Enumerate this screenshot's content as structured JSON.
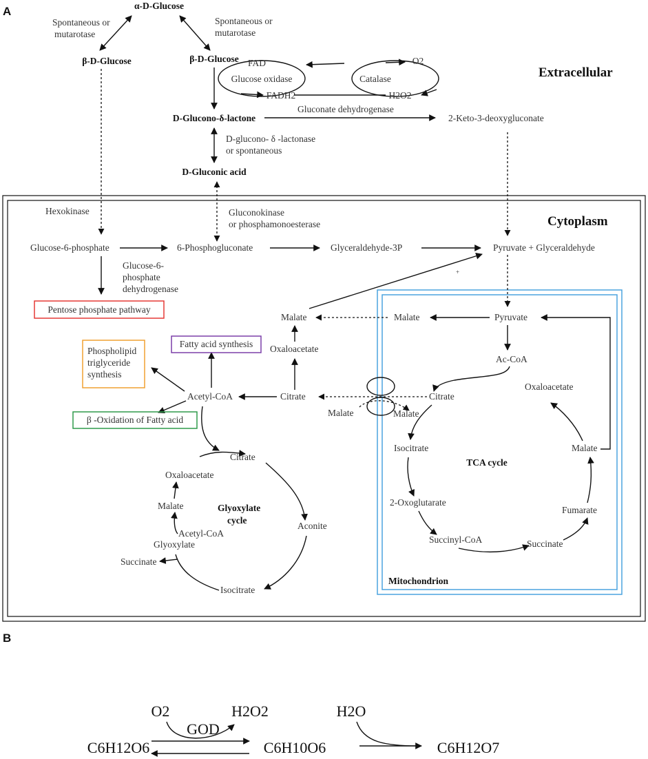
{
  "panel_labels": {
    "a": "A",
    "b": "B"
  },
  "compartments": {
    "extracellular": "Extracellular",
    "cytoplasm": "Cytoplasm",
    "mitochondrion": "Mitochondrion"
  },
  "colors": {
    "pentose_box": "#e53935",
    "fatty_acid_box": "#7b3fa8",
    "phospholipid_box": "#f0a030",
    "beta_oxidation_box": "#2e9a4a",
    "mitochondrion_border": "#4aa3df"
  },
  "extracellular": {
    "alpha_glucose": "α-D-Glucose",
    "beta_glucose_left": "β-D-Glucose",
    "beta_glucose": "β-D-Glucose",
    "spont_left_1": "Spontaneous  or",
    "spont_left_2": "mutarotase",
    "spont_right_1": "Spontaneous  or",
    "spont_right_2": "mutarotase",
    "fad": "FAD",
    "fadh2": "FADH2",
    "glucose_oxidase": "Glucose oxidase",
    "o2": "O2",
    "h2o2": "H2O2",
    "catalase": "Catalase",
    "glucono_lactone": "D-Glucono-δ-lactone",
    "gluconate_dehydrogenase": "Gluconate  dehydrogenase",
    "keto_deoxygluconate": "2-Keto-3-deoxygluconate",
    "lactonase_1": "D-glucono- δ -lactonase",
    "lactonase_2": "or  spontaneous",
    "gluconic_acid": "D-Gluconic acid"
  },
  "cytoplasm": {
    "hexokinase": "Hexokinase",
    "gluconokinase_1": "Gluconokinase",
    "gluconokinase_2": "or phosphamonoesterase",
    "g6p": "Glucose-6-phosphate",
    "phosphogluconate": "6-Phosphogluconate",
    "glyceraldehyde_3p": "Glyceraldehyde-3P",
    "pyruvate_glyceraldehyde": "Pyruvate  +  Glyceraldehyde",
    "g6pdh_1": "Glucose-6-",
    "g6pdh_2": "phosphate",
    "g6pdh_3": "dehydrogenase",
    "pentose_pathway": "Pentose phosphate pathway",
    "malate_cyto": "Malate",
    "malate_mito_top": "Malate",
    "oxaloacetate_cyto": "Oxaloacetate",
    "fatty_acid_synthesis": "Fatty acid  synthesis",
    "phospholipid_1": "Phospholipid",
    "phospholipid_2": "triglyceride",
    "phospholipid_3": "synthesis",
    "acetyl_coa": "Acetyl-CoA",
    "citrate_cyto": "Citrate",
    "beta_oxidation": "β -Oxidation  of  Fatty acid",
    "malate_transport_left": "Malate",
    "malate_transport_right": "Malate"
  },
  "glyoxylate": {
    "title_1": "Glyoxylate",
    "title_2": "cycle",
    "citrate": "Citrate",
    "aconite": "Aconite",
    "isocitrate": "Isocitrate",
    "succinate": "Succinate",
    "glyoxylate": "Glyoxylate",
    "acetyl_coa": "Acetyl-CoA",
    "malate": "Malate",
    "oxaloacetate": "Oxaloacetate"
  },
  "tca": {
    "title": "TCA  cycle",
    "pyruvate": "Pyruvate",
    "ac_coa": "Ac-CoA",
    "citrate": "Citrate",
    "oxaloacetate": "Oxaloacetate",
    "malate": "Malate",
    "fumarate": "Fumarate",
    "succinate": "Succinate",
    "succinyl_coa": "Succinyl-CoA",
    "oxoglutarate": "2-Oxoglutarate",
    "isocitrate": "Isocitrate"
  },
  "panel_b": {
    "o2": "O2",
    "h2o2": "H2O2",
    "god": "GOD",
    "h2o": "H2O",
    "glucose": "C6H12O6",
    "lactone": "C6H10O6",
    "gluconic": "C6H12O7"
  }
}
